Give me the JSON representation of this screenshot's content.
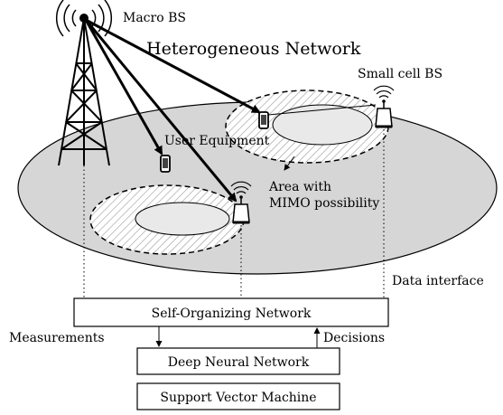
{
  "labels": {
    "macro_bs": "Macro BS",
    "network_title": "Heterogeneous Network",
    "small_cell_bs": "Small cell BS",
    "user_equipment": "User Equipment",
    "mimo_area_line1": "Area with",
    "mimo_area_line2": "MIMO possibility",
    "data_interface": "Data interface",
    "measurements": "Measurements",
    "decisions": "Decisions"
  },
  "boxes": {
    "son": "Self-Organizing Network",
    "dnn": "Deep Neural Network",
    "svm": "Support Vector Machine"
  },
  "colors": {
    "network_fill": "#d6d6d6",
    "inner_cell_fill": "#e9e9e9",
    "line": "#000000"
  }
}
